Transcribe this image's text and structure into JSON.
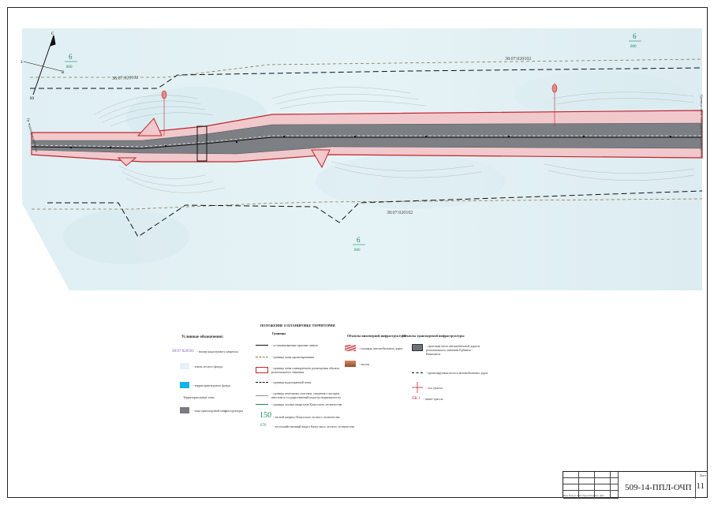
{
  "map": {
    "parcel_codes": [
      "38:07:020102",
      "38:07:020102",
      "38:07:020102"
    ],
    "quarter_labels": [
      {
        "top": "6",
        "bottom": "800"
      },
      {
        "top": "6",
        "bottom": "800"
      },
      {
        "top": "6",
        "bottom": "800"
      }
    ],
    "left_edge_note": "Гр. водоохранной зоны",
    "right_edge_note": "Граница зоны планируемого размещения",
    "north_letters": [
      "С",
      "З",
      "В",
      "Ю"
    ]
  },
  "legend": {
    "section_title": "ПОЛОЖЕНИЕ О ПЛАНИРОВКЕ ТЕРРИТОРИИ",
    "conventions": {
      "title": "Условные обозначения:",
      "parcel_sample": "38:07:020101",
      "items": [
        {
          "label": "- номер кадастрового квартала"
        },
        {
          "label": "- земли лесного фонда"
        },
        {
          "label": "- территория водного фонда"
        }
      ],
      "zones_title": "Территориальные зоны",
      "zones": [
        {
          "label": "- зона транспортной инфраструктуры"
        }
      ]
    },
    "boundaries": {
      "title": "Границы",
      "items": [
        {
          "label": "- устанавливаемые красные линии"
        },
        {
          "label": "- граница зоны проектирования"
        },
        {
          "label": "- граница зоны планируемого размещения объекта регионального значения"
        },
        {
          "label": "- граница водоохранной зоны"
        },
        {
          "label": "- граница земельных участков, сведения о которых внесены в государственный кадастр недвижимости"
        },
        {
          "label": "- граница лесных кварталов Качугского лесничества"
        }
      ],
      "quarter_sample": {
        "num": "150",
        "sub": "670"
      },
      "quarter_items": [
        {
          "label": "- лесной квартал Качугского лесного лесничества"
        },
        {
          "label": "- лесохозяйственный выдел Качугского лесного лесничества"
        }
      ]
    },
    "engineering": {
      "title": "Объекты инженерной инфраструктуры",
      "items": [
        {
          "label": "- площадь автомобильных дорог"
        },
        {
          "label": "- мосты"
        }
      ]
    },
    "transport": {
      "title": "Объекты транспортной инфраструктуры",
      "items": [
        {
          "label": "- проезжая часть автомобильной дороги регионального значения Ербинск - Качисинск"
        },
        {
          "label": "- проектируемая полоса автомобильных дорог"
        },
        {
          "label": "- ось трассы"
        },
        {
          "label": "- пикет трассы"
        }
      ],
      "picket_sample": "ПК 1"
    }
  },
  "titleblock": {
    "code": "509-14-ППЛ-ОЧП",
    "sheet_label": "Лист",
    "sheet_number": "11",
    "roles": "Изм. Кол.уч Лист №док Подпись Дата"
  }
}
